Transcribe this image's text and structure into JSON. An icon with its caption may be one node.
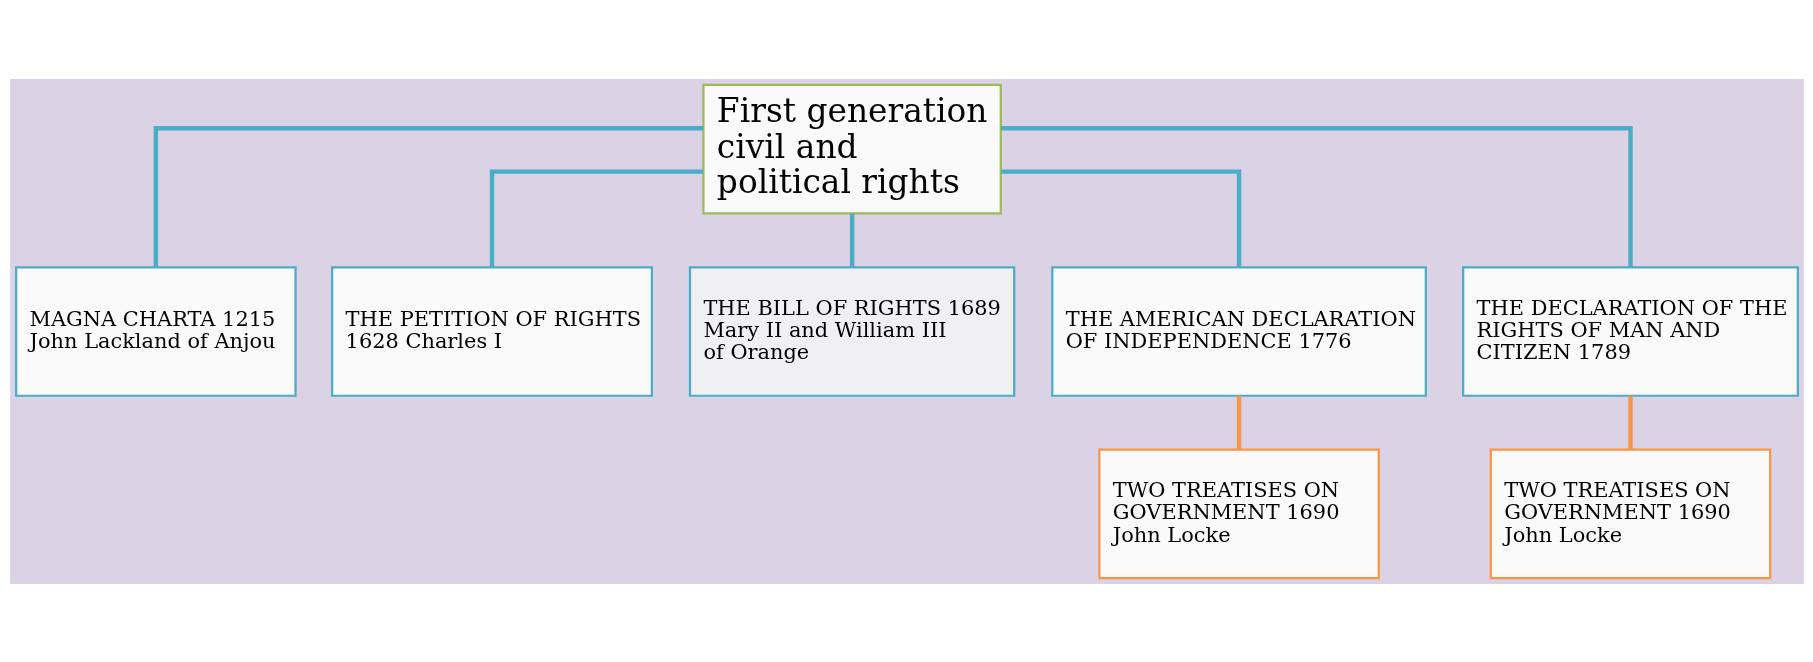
{
  "diagram": {
    "nodes": [
      {
        "text": [
          "First generation civil and political rights"
        ]
      },
      {
        "text": [
          "MAGNA CHARTA 1215",
          "John Lackland of Anjou"
        ]
      },
      {
        "text": [
          "THE PETITION OF RIGHTS 1628 Charles I"
        ]
      },
      {
        "text": [
          "THE BILL OF RIGHTS 1689",
          "Mary II and William III of Orange"
        ]
      },
      {
        "text": [
          "THE AMERICAN DECLARATION OF INDEPENDENCE 1776"
        ]
      },
      {
        "text": [
          "THE DECLARATION OF THE RIGHTS OF MAN AND CITIZEN 1789"
        ]
      },
      {
        "text": [
          "TWO TREATISES ON GOVERNMENT 1690",
          "John Locke"
        ]
      },
      {
        "text": [
          "TWO TREATISES ON GOVERNMENT 1690",
          "John Locke"
        ]
      }
    ],
    "edges": [
      {
        "from": 0,
        "to": 1,
        "arrow": "none"
      },
      {
        "from": 0,
        "to": 2,
        "arrow": "none"
      },
      {
        "from": 0,
        "to": 3,
        "arrow": "none"
      },
      {
        "from": 0,
        "to": 4,
        "arrow": "none"
      },
      {
        "from": 0,
        "to": 5,
        "arrow": "none"
      },
      {
        "from": 4,
        "to": 6,
        "arrow": "none",
        "color": "#f79646"
      },
      {
        "from": 5,
        "to": 7,
        "arrow": "none",
        "color": "#f79646"
      }
    ]
  }
}
